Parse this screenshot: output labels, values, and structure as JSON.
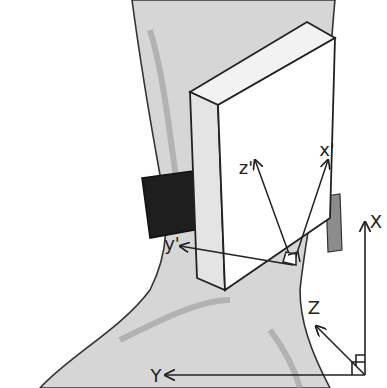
{
  "diagram": {
    "labels": [
      "z'",
      "x'",
      "y'",
      "X",
      "Z",
      "Y"
    ]
  }
}
